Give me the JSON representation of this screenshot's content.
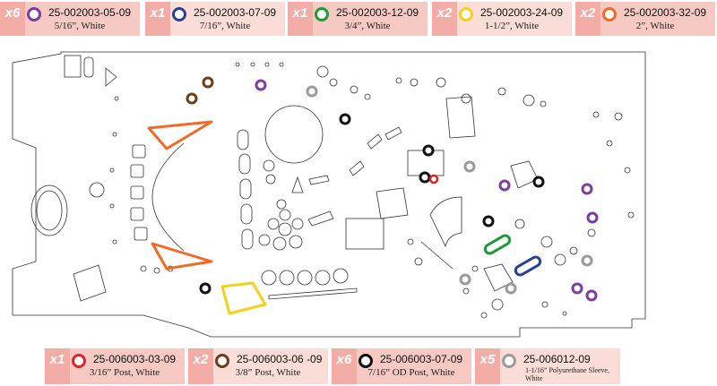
{
  "top_legend": [
    {
      "qty": "x6",
      "part": "25-002003-05-09",
      "desc": "5/16”, White",
      "color": "#7b3fa0"
    },
    {
      "qty": "x1",
      "part": "25-002003-07-09",
      "desc": "7/16”, White",
      "color": "#2a3f9a"
    },
    {
      "qty": "x1",
      "part": "25-002003-12-09",
      "desc": "3/4”, White",
      "color": "#1e9a3a"
    },
    {
      "qty": "x2",
      "part": "25-002003-24-09",
      "desc": "1-1/2”, White",
      "color": "#f2d21c"
    },
    {
      "qty": "x2",
      "part": "25-002003-32-09",
      "desc": "2”, White",
      "color": "#ee6b2a"
    }
  ],
  "bottom_legend": [
    {
      "qty": "x1",
      "part": "25-006003-03-09",
      "desc": "3/16” Post, White",
      "color": "#d7262e"
    },
    {
      "qty": "x2",
      "part": "25-006003-06 -09",
      "desc": "3/8” Post, White",
      "color": "#6b3f1e"
    },
    {
      "qty": "x6",
      "part": "25-006003-07-09",
      "desc": "7/16” OD Post, White",
      "color": "#111111"
    },
    {
      "qty": "x5",
      "part": "25-006012-09",
      "desc": "1-1/16” Polyurethane Sleeve, White",
      "color": "#9a9a9a"
    }
  ]
}
